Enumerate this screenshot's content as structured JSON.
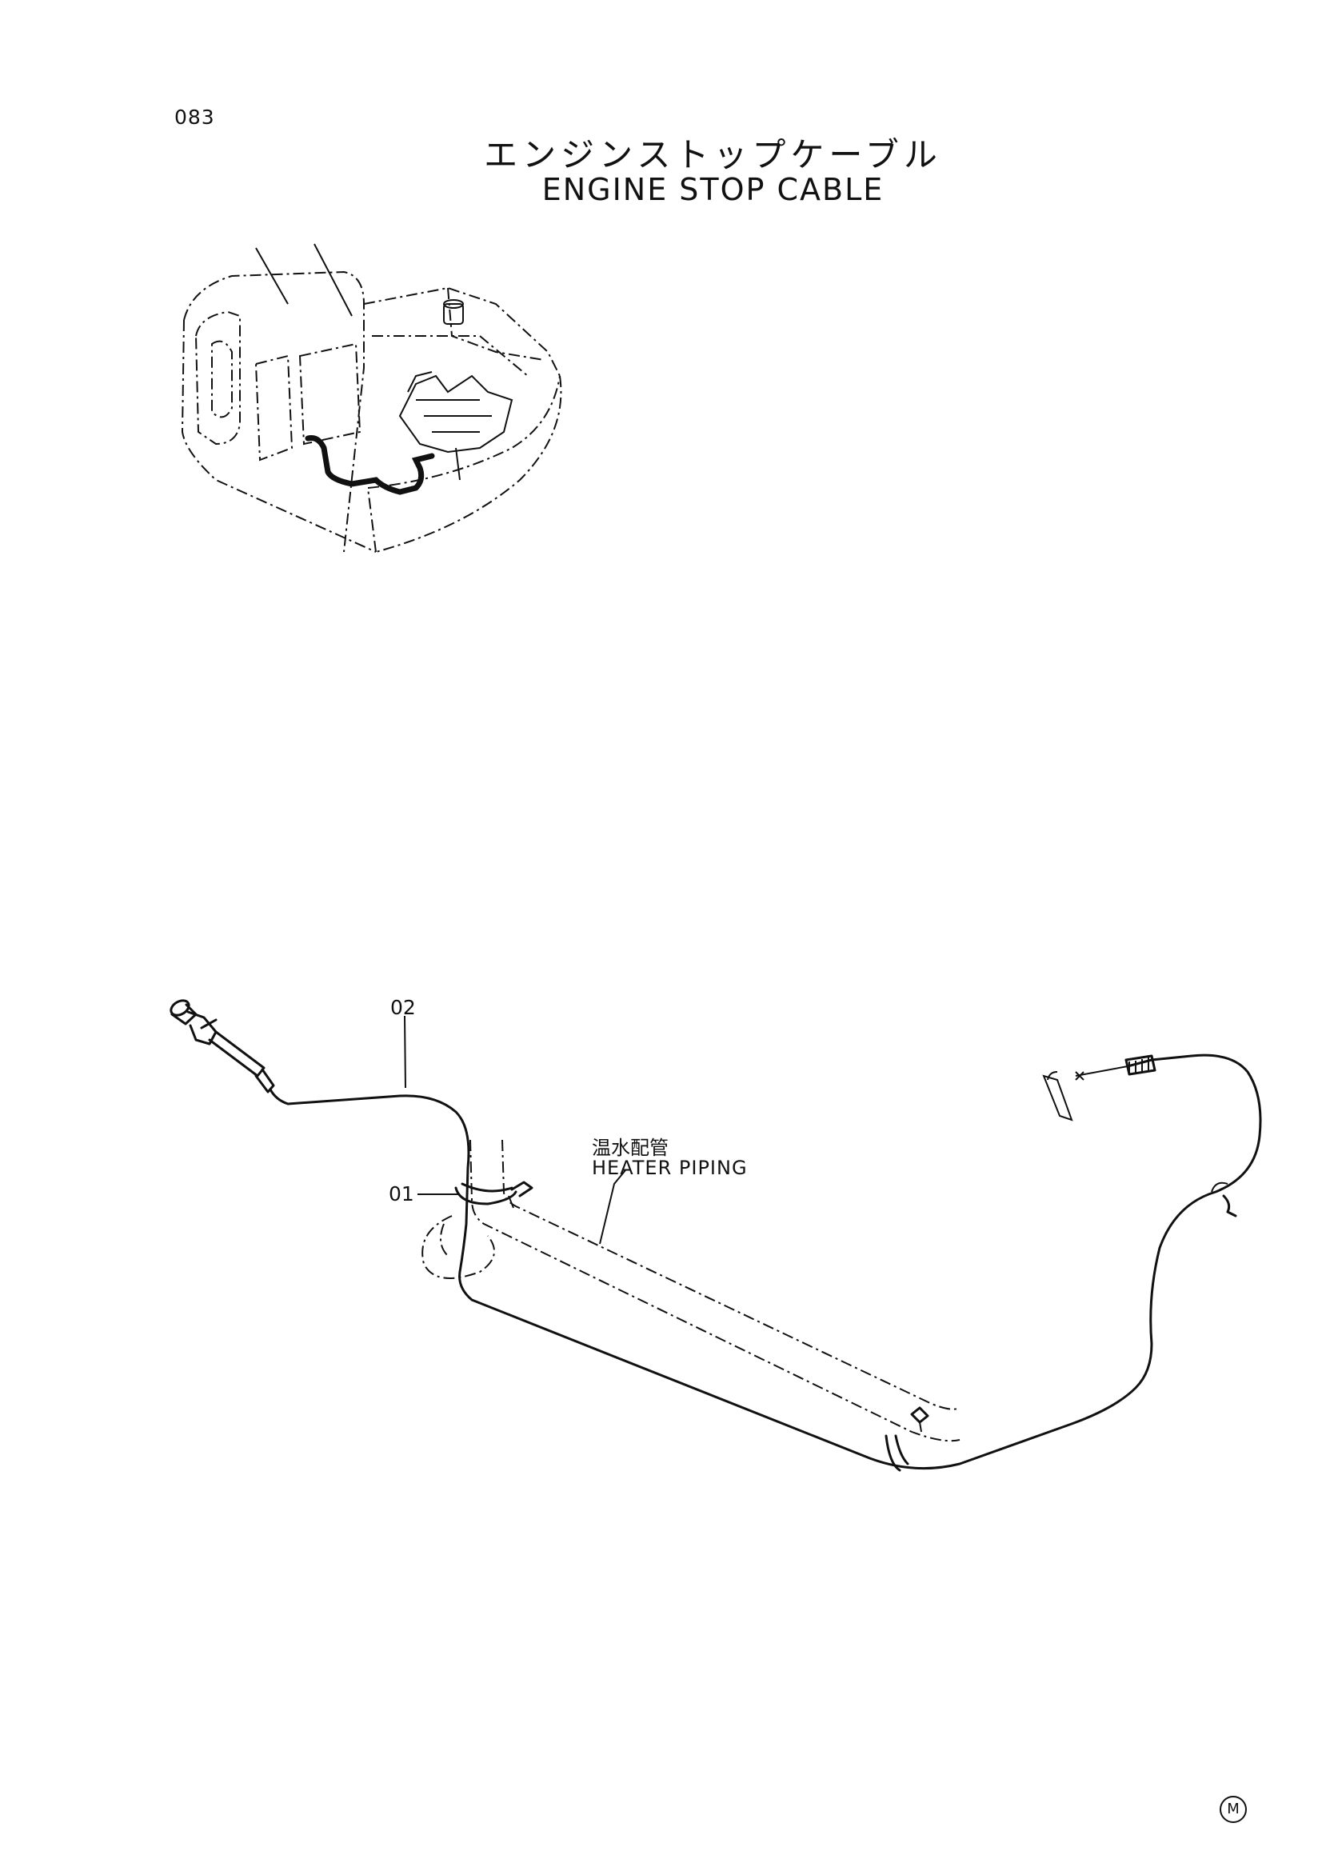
{
  "page_number": "083",
  "title_jp": "エンジンストップケーブル",
  "title_en": "ENGINE STOP CABLE",
  "callouts": {
    "part_01": "01",
    "part_02": "02"
  },
  "annotation": {
    "label_jp": "温水配管",
    "label_en": "HEATER PIPING"
  },
  "corner_mark": "M"
}
